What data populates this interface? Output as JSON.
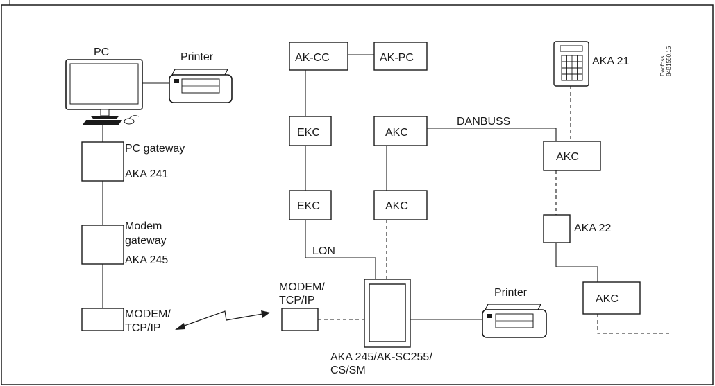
{
  "left": {
    "pc": "PC",
    "printer": "Printer",
    "pc_gateway": "PC gateway",
    "aka241": "AKA 241",
    "modem_gateway_1": "Modem",
    "modem_gateway_2": "gateway",
    "aka245": "AKA 245",
    "modem_1": "MODEM/",
    "modem_2": "TCP/IP"
  },
  "center": {
    "ak_cc": "AK-CC",
    "ak_pc": "AK-PC",
    "ekc_top": "EKC",
    "ekc_bottom": "EKC",
    "akc_top": "AKC",
    "akc_bottom": "AKC",
    "lon": "LON",
    "modem_1": "MODEM/",
    "modem_2": "TCP/IP",
    "controller_1": "AKA 245/AK-SC255/",
    "controller_2": "CS/SM",
    "printer": "Printer"
  },
  "right": {
    "danbuss": "DANBUSS",
    "aka21": "AKA 21",
    "akc_top": "AKC",
    "aka22": "AKA 22",
    "akc_bottom": "AKC",
    "code_1": "Danfoss",
    "code_2": "84B1550.15"
  }
}
